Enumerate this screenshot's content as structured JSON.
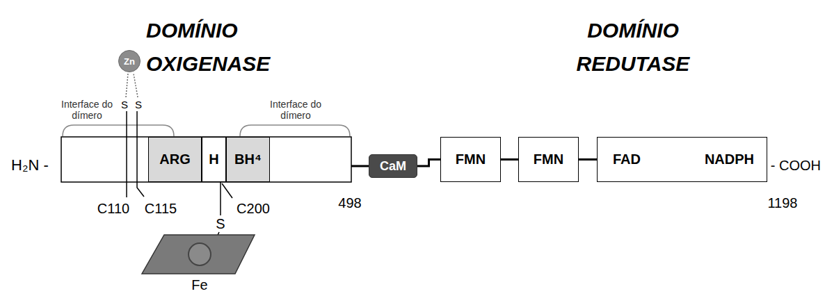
{
  "diagram": {
    "nodes": [
      {
        "text": [
          "Zn"
        ]
      },
      {
        "text": [
          "ARG"
        ]
      },
      {
        "text": [
          "H"
        ]
      },
      {
        "text": [
          "BH⁴"
        ]
      },
      {
        "text": [
          "CaM"
        ]
      },
      {
        "text": [
          "FMN"
        ]
      },
      {
        "text": [
          "FMN"
        ]
      },
      {
        "text": [
          "FAD",
          "NADPH"
        ]
      }
    ],
    "edges": [
      {
        "from": 4,
        "to": 5,
        "arrow": "none"
      },
      {
        "from": 5,
        "to": 6,
        "arrow": "none"
      },
      {
        "from": 6,
        "to": 7,
        "arrow": "none"
      }
    ],
    "labels": [
      "DOMÍNIO OXIGENASE",
      "DOMÍNIO REDUTASE",
      "Interface do dímero",
      "S",
      "S",
      "Interface do dímero",
      "H₂N -",
      "- COOH",
      "C110",
      "C115",
      "C200",
      "498",
      "1198",
      "S",
      "Fe"
    ]
  }
}
